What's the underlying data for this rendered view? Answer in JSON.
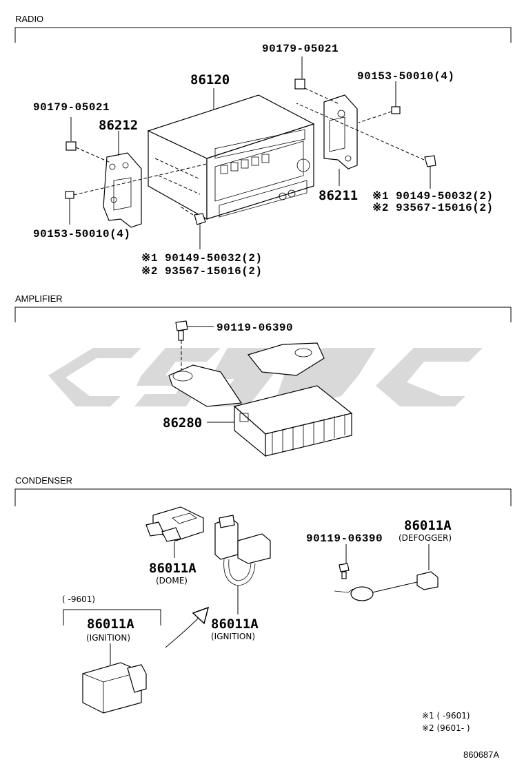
{
  "sections": {
    "radio": "RADIO",
    "amplifier": "AMPLIFIER",
    "condenser": "CONDENSER"
  },
  "radio": {
    "p86120": "86120",
    "p86212": "86212",
    "p86211": "86211",
    "nut_left": "90179-05021",
    "nut_right": "90179-05021",
    "bolt_left": "90153-50010(4)",
    "bolt_right": "90153-50010(4)",
    "screw_bottom_1": "※1 90149-50032(2)",
    "screw_bottom_2": "※2 93567-15016(2)",
    "screw_right_1": "※1 90149-50032(2)",
    "screw_right_2": "※2 93567-15016(2)"
  },
  "amplifier": {
    "bolt": "90119-06390",
    "p86280": "86280"
  },
  "condenser": {
    "dome_part": "86011A",
    "dome_label": "(DOME)",
    "ign_range": "(    -9601)",
    "ign1_part": "86011A",
    "ign1_label": "(IGNITION)",
    "ign2_part": "86011A",
    "ign2_label": "(IGNITION)",
    "bolt": "90119-06390",
    "defog_part": "86011A",
    "defog_label": "(DEFOGGER)"
  },
  "notes": {
    "note1": "※1 (     -9601)",
    "note2": "※2 (9601-     )"
  },
  "figure_id": "860687A"
}
